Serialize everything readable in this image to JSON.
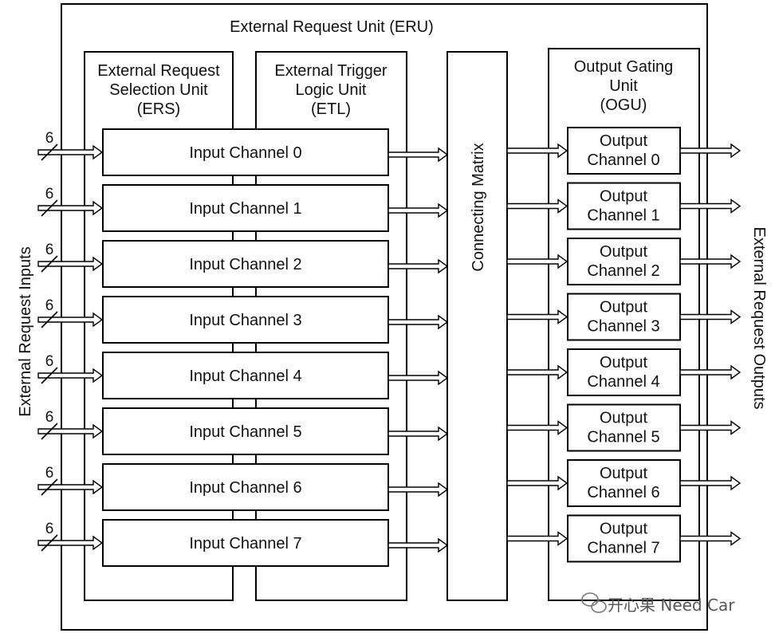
{
  "title": "External Request Unit  (ERU)",
  "ers": {
    "lines": [
      "External Request",
      "Selection Unit",
      "(ERS)"
    ]
  },
  "etl": {
    "lines": [
      "External Trigger",
      "Logic Unit",
      "(ETL)"
    ]
  },
  "ogu": {
    "lines": [
      "Output Gating",
      "Unit",
      "(OGU)"
    ]
  },
  "matrix_label": "Connecting Matrix",
  "left_label": "External Request Inputs",
  "right_label": "External Request Outputs",
  "bus_width": "6",
  "input_channels": [
    "Input Channel  0",
    "Input Channel  1",
    "Input Channel  2",
    "Input Channel  3",
    "Input Channel  4",
    "Input Channel  5",
    "Input Channel  6",
    "Input Channel  7"
  ],
  "output_channels": [
    [
      "Output",
      "Channel  0"
    ],
    [
      "Output",
      "Channel  1"
    ],
    [
      "Output",
      "Channel  2"
    ],
    [
      "Output",
      "Channel  3"
    ],
    [
      "Output",
      "Channel  4"
    ],
    [
      "Output",
      "Channel  5"
    ],
    [
      "Output",
      "Channel  6"
    ],
    [
      "Output",
      "Channel  7"
    ]
  ],
  "watermark": "开心果 Need Car"
}
